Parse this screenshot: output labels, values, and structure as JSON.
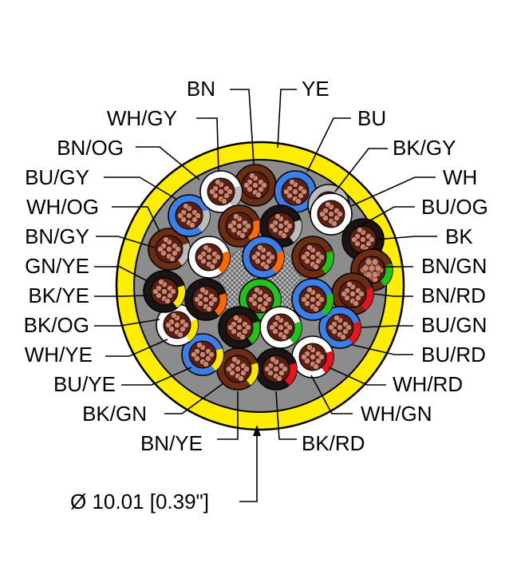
{
  "diagram": {
    "labels_left": [
      "BN",
      "WH/GY",
      "BN/OG",
      "BU/GY",
      "WH/OG",
      "BN/GY",
      "GN/YE",
      "BK/YE",
      "BK/OG",
      "WH/YE",
      "BU/YE",
      "BK/GN",
      "BN/YE"
    ],
    "labels_right": [
      "YE",
      "BU",
      "BK/GY",
      "WH",
      "BU/OG",
      "BK",
      "BN/GN",
      "BN/RD",
      "BU/GN",
      "BU/RD",
      "WH/RD",
      "WH/GN",
      "BK/RD"
    ],
    "dimension": "Ø 10.01 [0.39\"]",
    "colors": {
      "jacket": "#ffed00",
      "filler": "#8c8c8c",
      "BN": "#6b2e12",
      "BU": "#3b7fe6",
      "BK": "#1a1414",
      "WH": "#ffffff",
      "YE": "#ffe600",
      "GN": "#22c21a",
      "RD": "#e8141b",
      "OG": "#ff6a00",
      "GY": "#bcbcbc",
      "copper": "#c98773"
    }
  }
}
